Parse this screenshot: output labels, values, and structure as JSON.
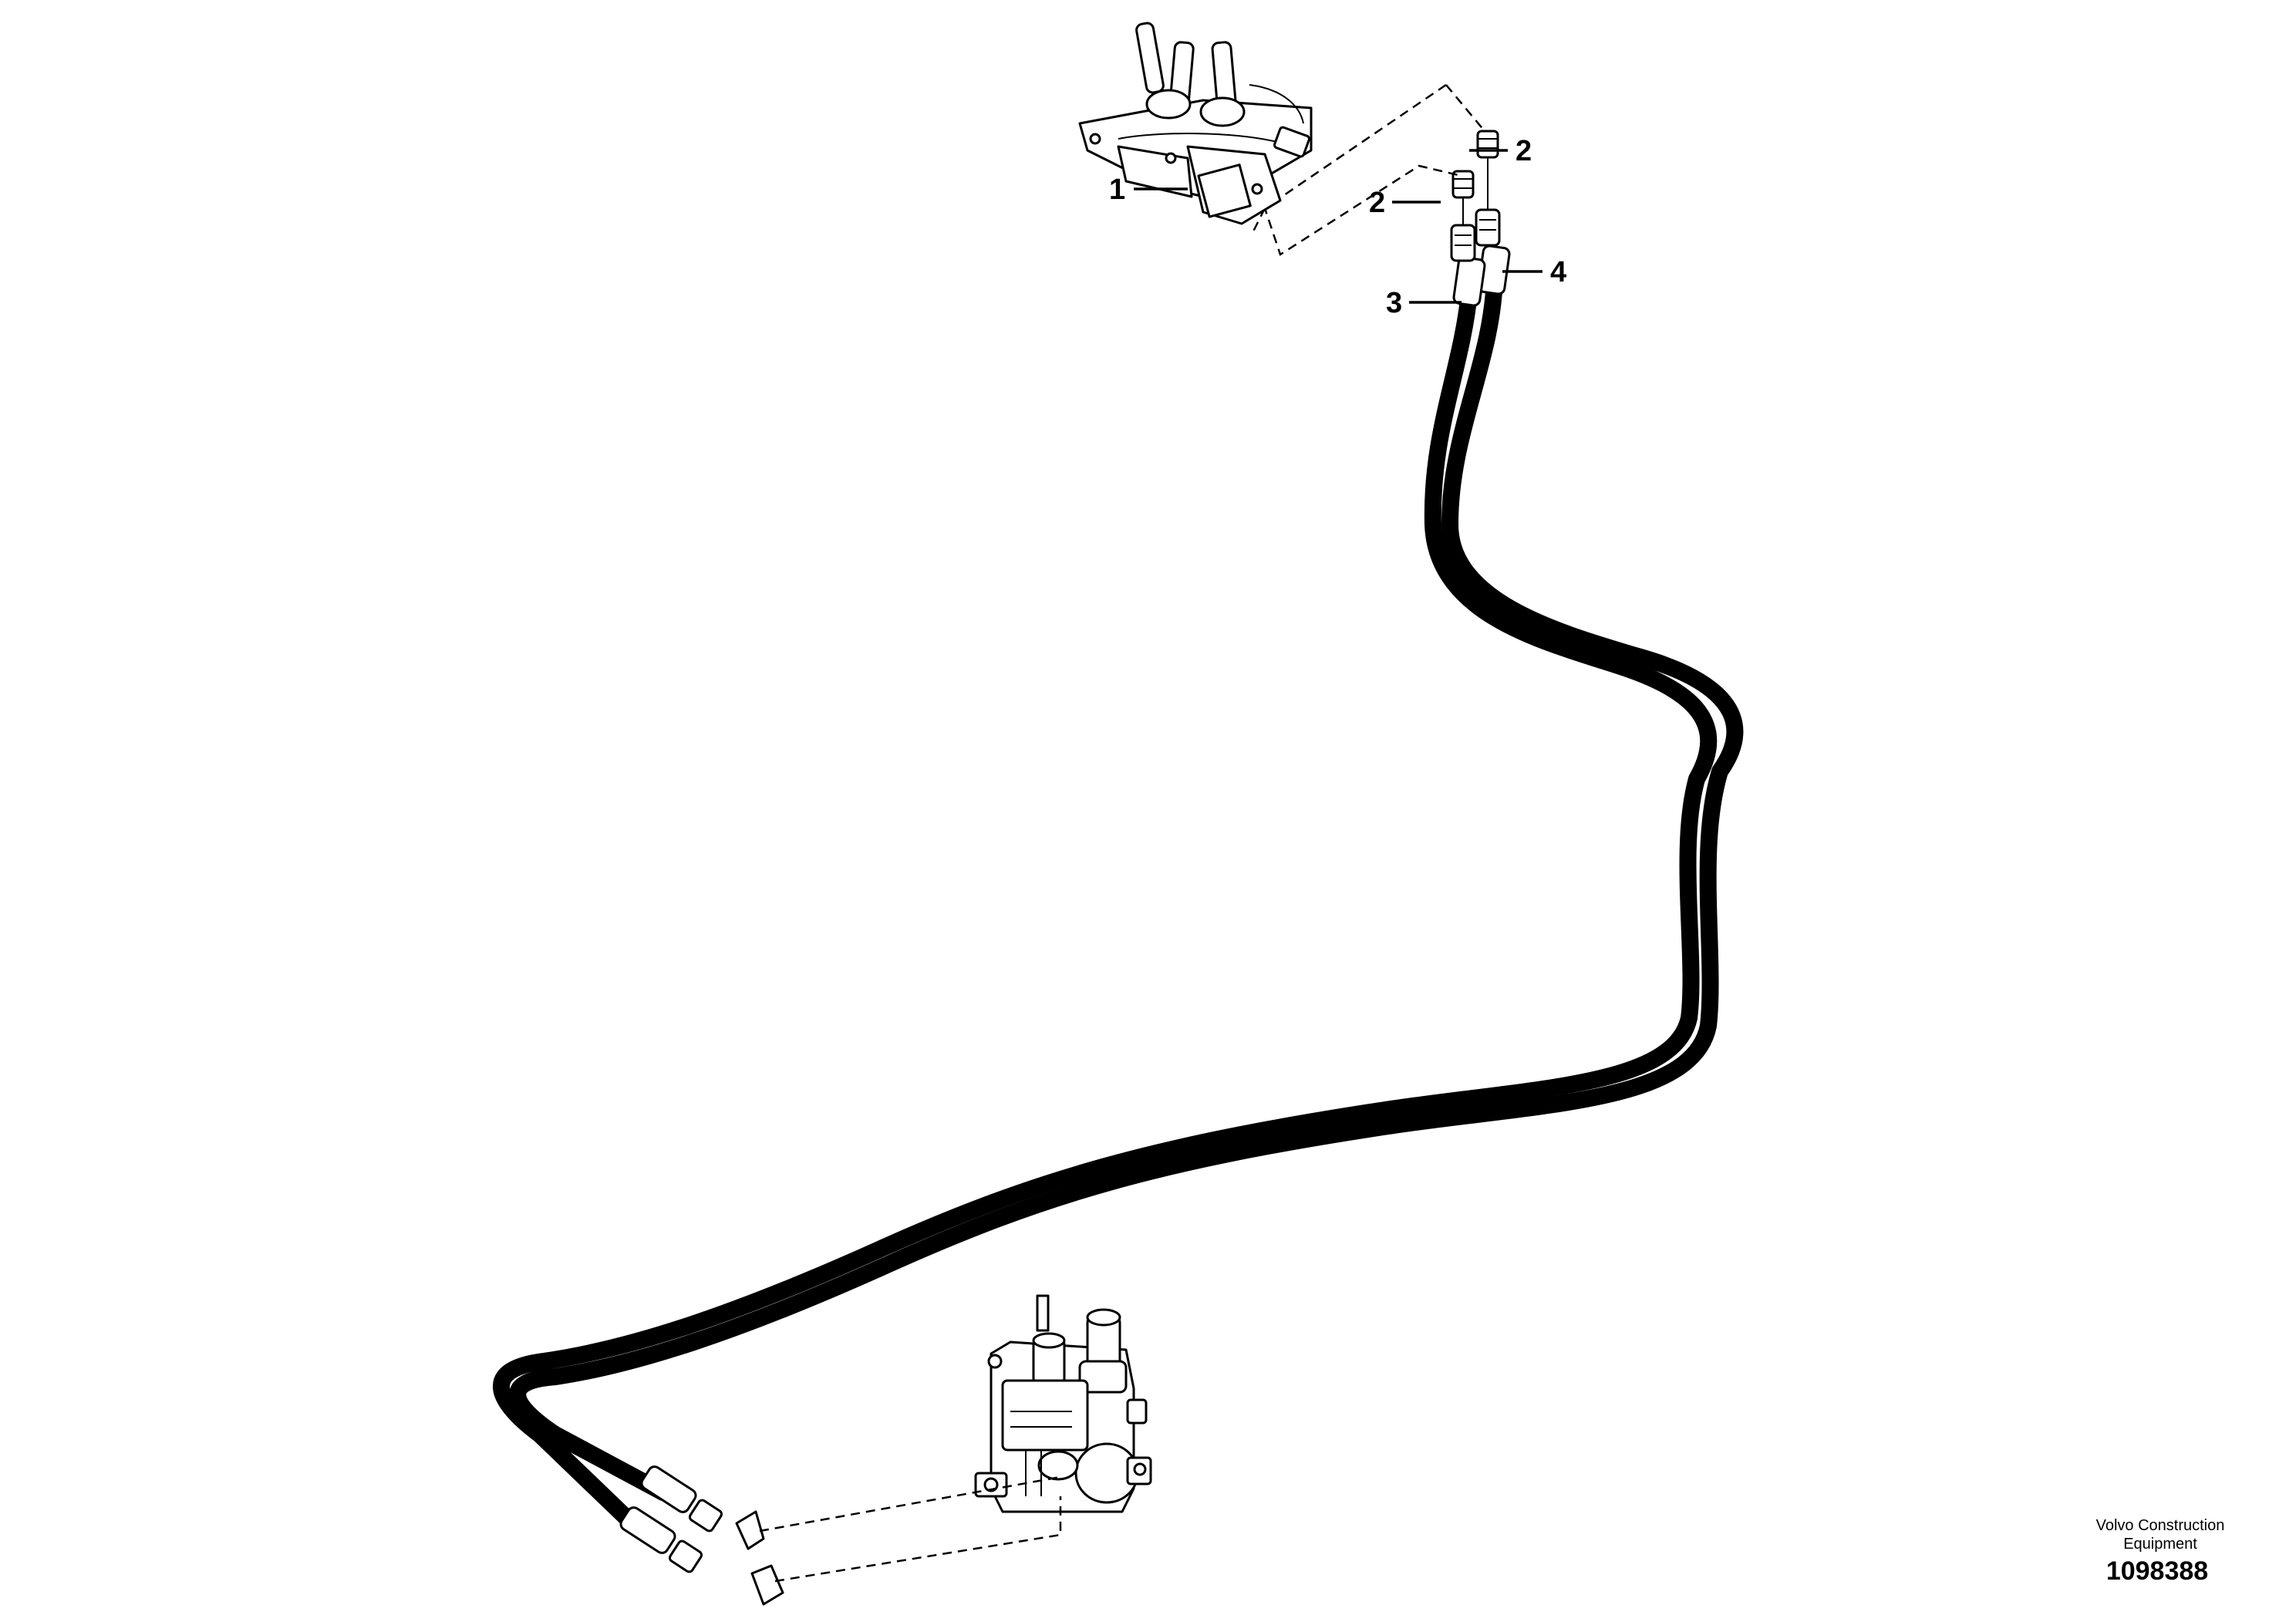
{
  "callouts": [
    {
      "id": "1",
      "text": "1"
    },
    {
      "id": "2a",
      "text": "2"
    },
    {
      "id": "2b",
      "text": "2"
    },
    {
      "id": "3",
      "text": "3"
    },
    {
      "id": "4",
      "text": "4"
    }
  ],
  "brand": {
    "name_line1": "Volvo Construction",
    "name_line2": "Equipment"
  },
  "drawing_number": "1098388",
  "colors": {
    "line": "#000000",
    "background": "#ffffff"
  }
}
